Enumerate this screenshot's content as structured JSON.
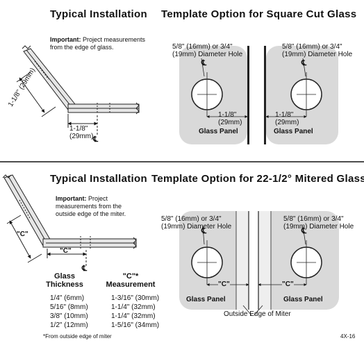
{
  "section1": {
    "title_left": "Typical Installation",
    "title_right": "Template Option for Square Cut Glass",
    "important_label": "Important:",
    "important_text": "Project measurements from the edge of glass.",
    "dim_vertical": "1-1/8\"",
    "dim_vertical_mm": "(29mm)",
    "dim_horizontal": "1-1/8\"",
    "dim_horizontal_mm": "(29mm)",
    "hole_label_line1": "5/8\" (16mm) or 3/4\"",
    "hole_label_line2": "(19mm) Diameter Hole",
    "centerline": "℄",
    "panel_dim": "1-1/8\"",
    "panel_dim_mm": "(29mm)",
    "panel_label": "Glass Panel"
  },
  "section2": {
    "title_left": "Typical Installation",
    "title_right": "Template Option for 22-1/2° Mitered Glass",
    "important_label": "Important:",
    "important_text": "Project measurements from the outside edge of the miter.",
    "dim_c": "\"C\"",
    "hole_label_line1": "5/8\" (16mm) or 3/4\"",
    "hole_label_line2": "(19mm) Diameter Hole",
    "centerline": "℄",
    "panel_dim": "\"C\"",
    "panel_label": "Glass Panel",
    "outside_edge": "Outside Edge of Miter",
    "table": {
      "col1_header": "Glass Thickness",
      "col2_header": "\"C\"* Measurement",
      "rows": [
        {
          "thickness": "1/4\" (6mm)",
          "measurement": "1-3/16\" (30mm)"
        },
        {
          "thickness": "5/16\" (8mm)",
          "measurement": "1-1/4\" (32mm)"
        },
        {
          "thickness": "3/8\" (10mm)",
          "measurement": "1-1/4\" (32mm)"
        },
        {
          "thickness": "1/2\" (12mm)",
          "measurement": "1-5/16\" (34mm)"
        }
      ],
      "footnote": "*From outside edge of miter"
    }
  },
  "page_code": "4X-16"
}
